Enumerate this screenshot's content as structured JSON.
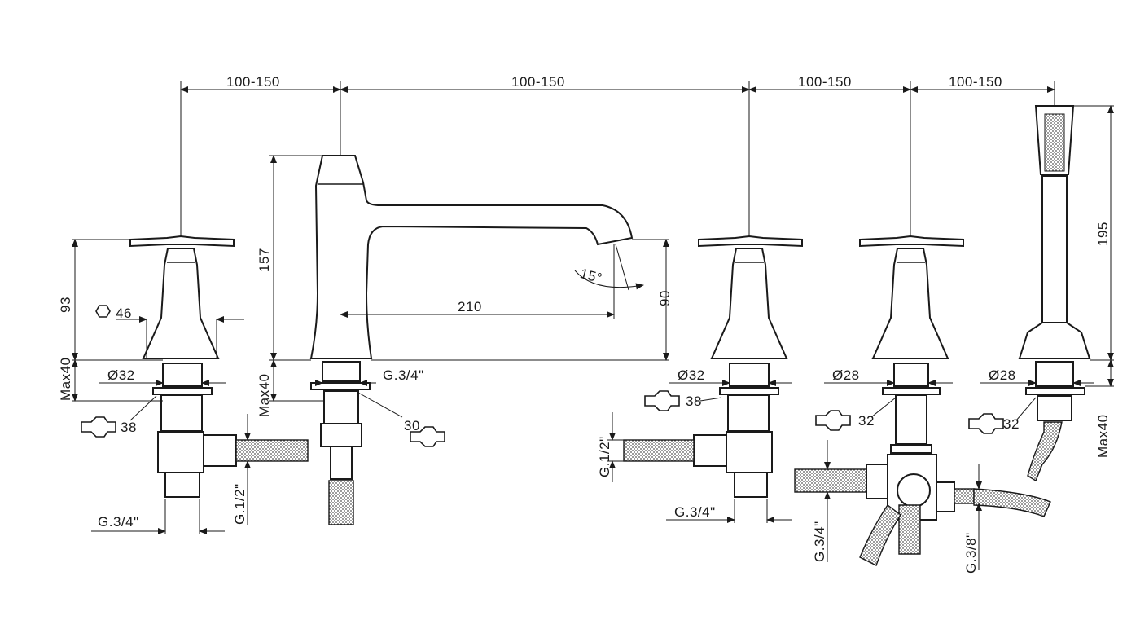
{
  "dimensions": {
    "spacing_1": "100-150",
    "spacing_2": "100-150",
    "spacing_3": "100-150",
    "spacing_4": "100-150",
    "handle_height": "93",
    "hex_size": "46",
    "spout_height": "157",
    "spout_reach": "210",
    "spout_outlet_height": "90",
    "spout_angle": "15°",
    "handshower_height": "195",
    "max_deck_1": "Max40",
    "max_deck_2": "Max40",
    "max_deck_3": "Max40",
    "dia_32_left": "Ø32",
    "dia_32_right": "Ø32",
    "dia_28_mid": "Ø28",
    "dia_28_right": "Ø28",
    "spout_thread": "G.3/4\"",
    "wrench_38_left": "38",
    "wrench_30": "30",
    "wrench_38_right": "38",
    "wrench_32_mid": "32",
    "wrench_32_right": "32",
    "left_outlet_thread": "G.3/4\"",
    "left_inlet_thread": "G.1/2\"",
    "right_inlet_thread": "G.1/2\"",
    "right_outlet_thread": "G.3/4\"",
    "diverter_thread_a": "G.3/4\"",
    "diverter_thread_b": "G.3/8\""
  }
}
